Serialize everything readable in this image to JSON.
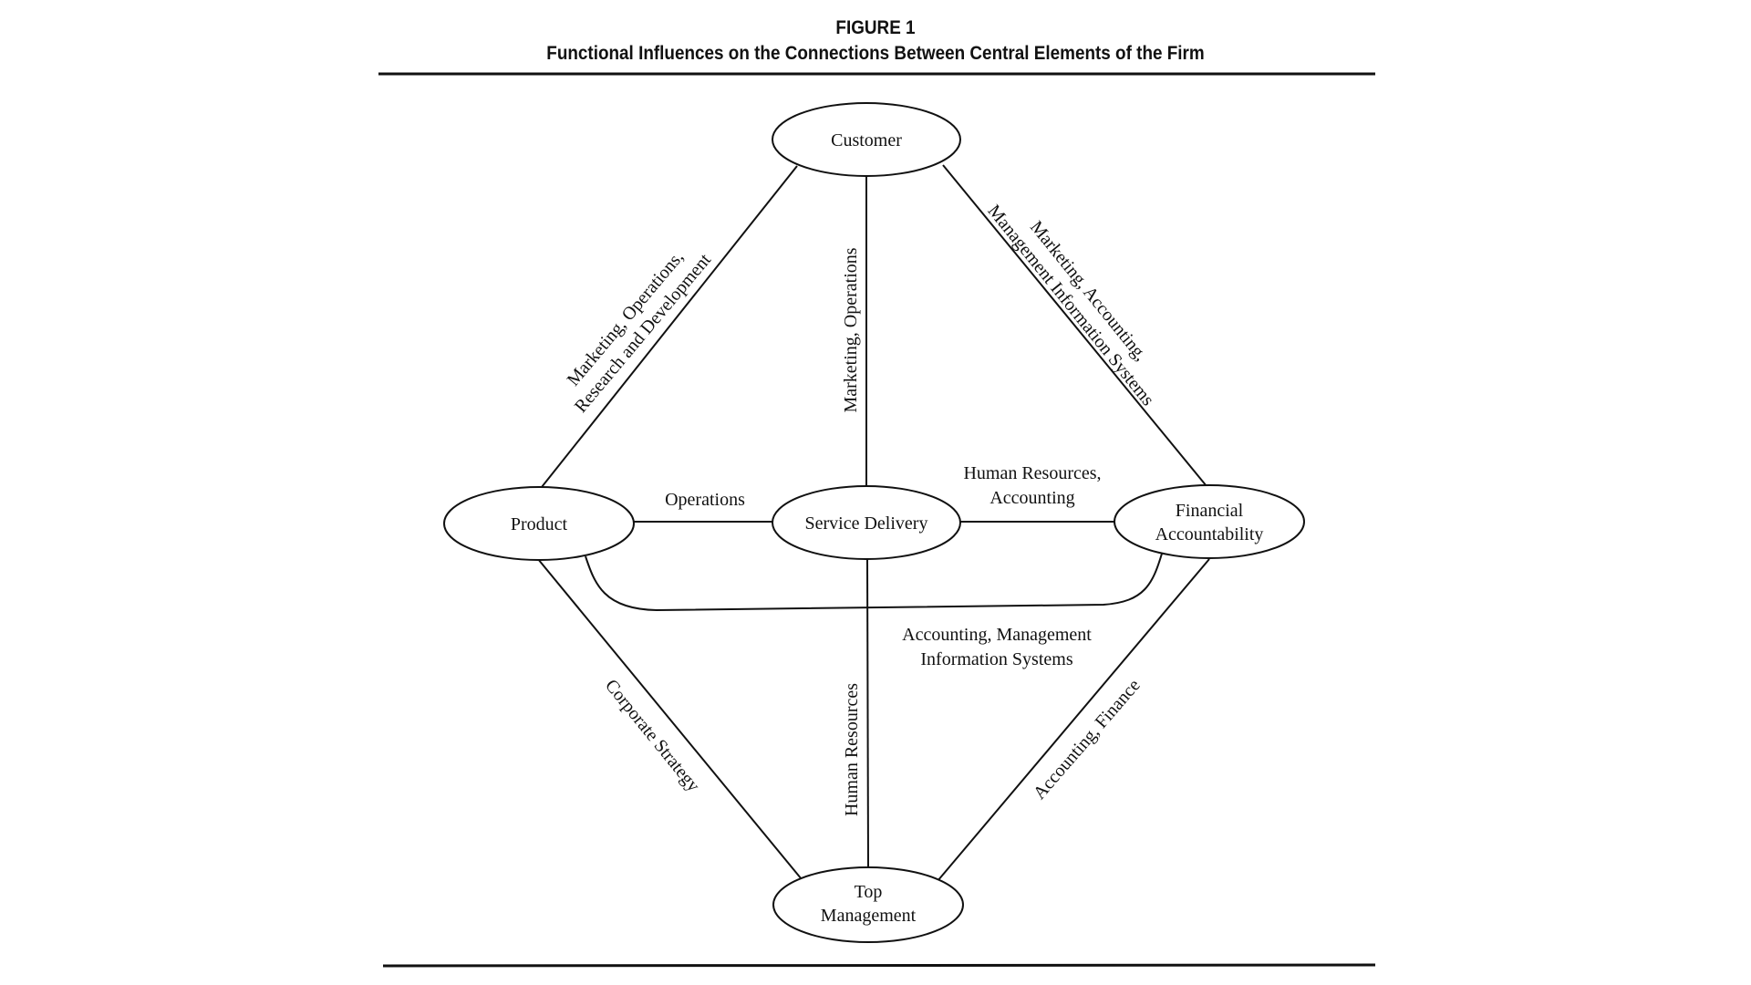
{
  "figure": {
    "number": "FIGURE 1",
    "title": "Functional Influences on the Connections Between Central Elements of the Firm"
  },
  "nodes": {
    "customer": {
      "lines": [
        "Customer"
      ]
    },
    "product": {
      "lines": [
        "Product"
      ]
    },
    "service_delivery": {
      "lines": [
        "Service Delivery"
      ]
    },
    "financial_accountability": {
      "lines": [
        "Financial",
        "Accountability"
      ]
    },
    "top_management": {
      "lines": [
        "Top",
        "Management"
      ]
    }
  },
  "edges": {
    "customer_product": {
      "from": "Customer",
      "to": "Product",
      "lines": [
        "Marketing, Operations,",
        "Research and Development"
      ]
    },
    "customer_service": {
      "from": "Customer",
      "to": "Service Delivery",
      "lines": [
        "Marketing, Operations"
      ]
    },
    "customer_financial": {
      "from": "Customer",
      "to": "Financial Accountability",
      "lines": [
        "Marketing, Accounting,",
        "Management Information Systems"
      ]
    },
    "product_service": {
      "from": "Product",
      "to": "Service Delivery",
      "lines": [
        "Operations"
      ]
    },
    "service_financial": {
      "from": "Service Delivery",
      "to": "Financial Accountability",
      "lines": [
        "Human Resources,",
        "Accounting"
      ]
    },
    "product_financial": {
      "from": "Product",
      "to": "Financial Accountability",
      "lines": [
        "Accounting, Management",
        "Information Systems"
      ]
    },
    "product_top": {
      "from": "Product",
      "to": "Top Management",
      "lines": [
        "Corporate Strategy"
      ]
    },
    "service_top": {
      "from": "Service Delivery",
      "to": "Top Management",
      "lines": [
        "Human Resources"
      ]
    },
    "financial_top": {
      "from": "Financial Accountability",
      "to": "Top Management",
      "lines": [
        "Accounting, Finance"
      ]
    }
  }
}
